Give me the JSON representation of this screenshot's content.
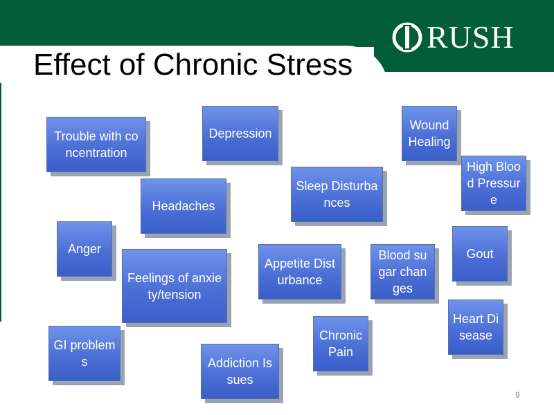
{
  "slide": {
    "title": "Effect of Chronic Stress",
    "logo_text": "RUSH",
    "page_number": "9",
    "colors": {
      "brand_green": "#045d39",
      "box_blue": "#4c6fd6",
      "box_shadow": "#9aa3b3"
    },
    "boxes": [
      "Trouble with concentration",
      "Depression",
      "Wound Healing",
      "High Blood Pressure",
      "Headaches",
      "Sleep Disturbances",
      "Anger",
      "Feelings of anxiety/tension",
      "Appetite Disturbance",
      "Blood sugar changes",
      "Gout",
      "Heart Disease",
      "Chronic Pain",
      "GI problems",
      "Addiction Issues"
    ]
  }
}
